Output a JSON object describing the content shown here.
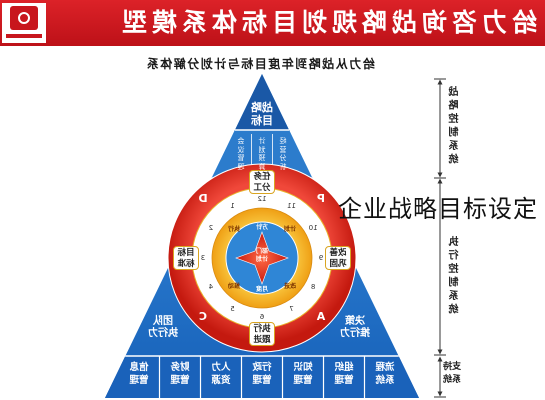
{
  "header": {
    "title": "给力咨询战略规划目标体系模型"
  },
  "subtitle": "给力从战略到年度目标与计划分解体系",
  "side_labels": {
    "strategic": "战略控制系统",
    "execution": "执行控制系统",
    "support": "支持系统"
  },
  "pyramid": {
    "apex": "战略目标",
    "second_row": [
      "经营分析",
      "计划预算",
      "会议管理"
    ],
    "pdca": {
      "p": "P",
      "d": "D",
      "c": "C",
      "a": "A"
    },
    "ring_boxes": {
      "top": "任务分工",
      "left": "改善巩固",
      "right": "目标标准",
      "bottom": "执行跟进"
    },
    "clock_numbers": [
      "12",
      "1",
      "2",
      "3",
      "4",
      "5",
      "6",
      "7",
      "8",
      "9",
      "10",
      "11"
    ],
    "ring_words": {
      "top_left": "计划",
      "top_right": "执行",
      "bottom_right": "推动",
      "bottom_left": "改进"
    },
    "center_words": {
      "top": "方针",
      "middle_1": "部门",
      "middle_2": "计划",
      "bottom": "月度"
    },
    "left_label": "决策\n推行力",
    "right_label": "团队\n执行力",
    "bottom_row": [
      "流程系统",
      "组织管理",
      "知识管理",
      "行政管理",
      "人力资源",
      "财务管理",
      "信息管理"
    ]
  },
  "overlay_caption": "企业战略目标设定",
  "colors": {
    "banner": "#d01a20",
    "pyramid_blue": "#1e6fc4",
    "ring_red": "#e23a2c",
    "ring_yellow": "#f5be2a"
  }
}
